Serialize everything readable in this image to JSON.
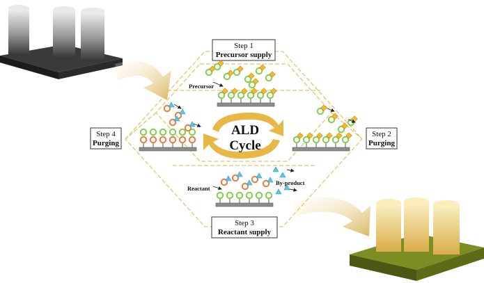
{
  "steps": {
    "step1": {
      "number": "Step 1",
      "name": "Precursor supply"
    },
    "step2": {
      "number": "Step 2",
      "name": "Purging"
    },
    "step3": {
      "number": "Step 3",
      "name": "Reactant supply"
    },
    "step4": {
      "number": "Step 4",
      "name": "Purging"
    }
  },
  "center": {
    "line1": "ALD",
    "line2": "Cycle"
  },
  "labels": {
    "precursor": "Precursor",
    "reactant": "Reactant",
    "by_product": "By-product"
  },
  "colors": {
    "precursor_ring": "#7fd04a",
    "precursor_diamond": "#f5b830",
    "reactant_ring": "#f07a3c",
    "reactant_triangle": "#56c7e6",
    "substrate": "#8c8c8c",
    "dashed_frame": "#e8c46a",
    "cycle_arrow": "#e7b845",
    "initial_pillars": "#8e8e8e",
    "coated_pillars": "#e9c978",
    "coated_base": "#6f7f1e"
  }
}
